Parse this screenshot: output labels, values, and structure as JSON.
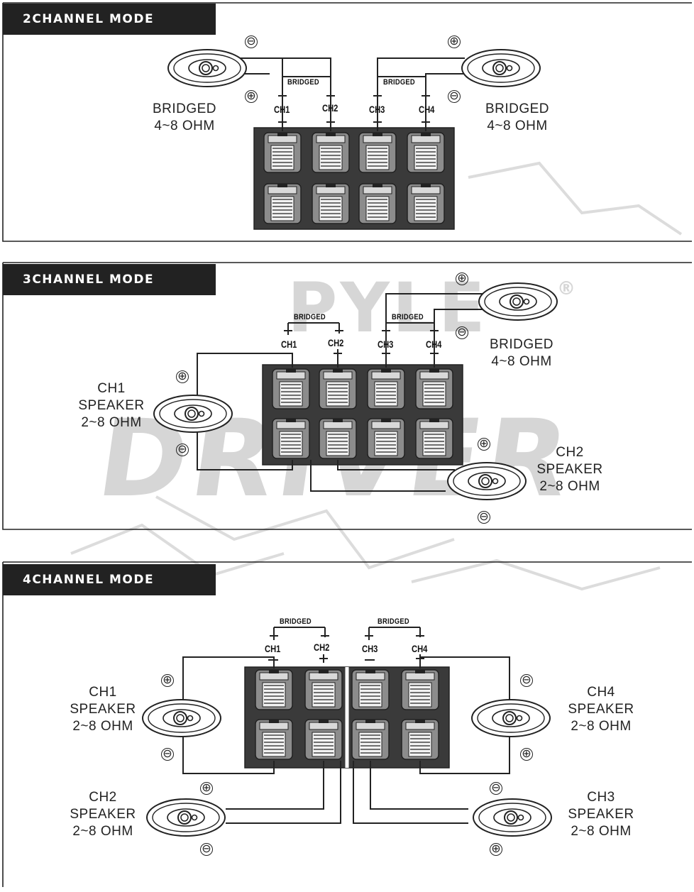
{
  "watermark": {
    "brand": "PYLE",
    "sub": "DRIVER",
    "reg": "®"
  },
  "panels": {
    "p2": {
      "title": "2CHANNEL MODE",
      "left_label": [
        "BRIDGED",
        "4~8 OHM"
      ],
      "right_label": [
        "BRIDGED",
        "4~8 OHM"
      ],
      "channels": [
        "CH1",
        "CH2",
        "CH3",
        "CH4"
      ],
      "bridged": [
        "BRIDGED",
        "BRIDGED"
      ]
    },
    "p3": {
      "title": "3CHANNEL MODE",
      "bridged_label": [
        "BRIDGED",
        "4~8 OHM"
      ],
      "ch1_label": [
        "CH1",
        "SPEAKER",
        "2~8 OHM"
      ],
      "ch2_label": [
        "CH2",
        "SPEAKER",
        "2~8 OHM"
      ],
      "channels": [
        "CH1",
        "CH2",
        "CH3",
        "CH4"
      ],
      "bridged": [
        "BRIDGED",
        "BRIDGED"
      ]
    },
    "p4": {
      "title": "4CHANNEL MODE",
      "ch1_label": [
        "CH1",
        "SPEAKER",
        "2~8 OHM"
      ],
      "ch2_label": [
        "CH2",
        "SPEAKER",
        "2~8 OHM"
      ],
      "ch3_label": [
        "CH3",
        "SPEAKER",
        "2~8 OHM"
      ],
      "ch4_label": [
        "CH4",
        "SPEAKER",
        "2~8 OHM"
      ],
      "channels": [
        "CH1",
        "CH2",
        "CH3",
        "CH4"
      ],
      "bridged": [
        "BRIDGED",
        "BRIDGED"
      ]
    }
  },
  "symbols": {
    "plus": "⊕",
    "minus": "⊖"
  },
  "colors": {
    "terminal_block": "#3a3a3a",
    "terminal": "#8c8c8c",
    "header": "#222222"
  }
}
